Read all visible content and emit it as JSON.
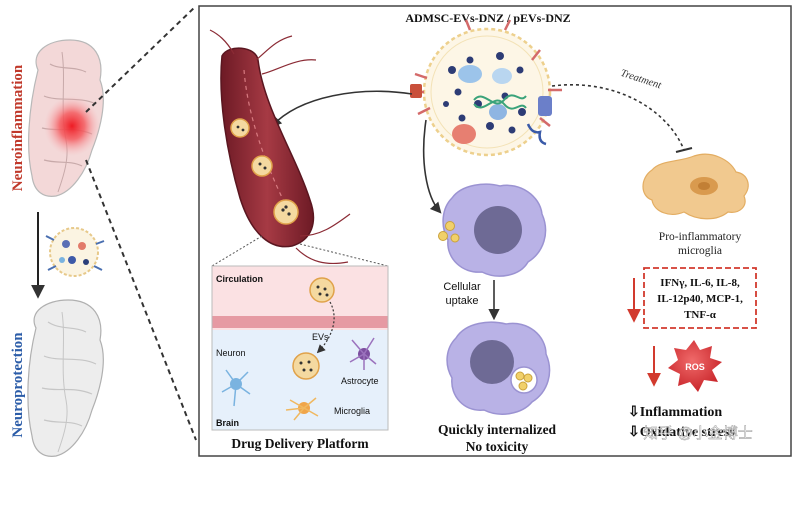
{
  "title": "ADMSC-EVs-DNZ / pEVs-DNZ",
  "left_panel": {
    "top_label": "Neuroinflammation",
    "bottom_label": "Neuroprotection"
  },
  "vessel_inset": {
    "circulation_label": "Circulation",
    "evs_label": "EVs",
    "neuron_label": "Neuron",
    "astrocyte_label": "Astrocyte",
    "microglia_label": "Microglia",
    "brain_label": "Brain",
    "caption": "Drug Delivery Platform"
  },
  "uptake": {
    "label_line1": "Cellular",
    "label_line2": "uptake",
    "caption_line1": "Quickly internalized",
    "caption_line2": "No toxicity"
  },
  "treatment_label": "Treatment",
  "microglia": {
    "label_line1": "Pro-inflammatory",
    "label_line2": "microglia",
    "cytokines_line1": "IFNγ, IL-6, IL-8,",
    "cytokines_line2": "IL-12p40, MCP-1,",
    "cytokines_line3": "TNF-α",
    "ros_label": "ROS"
  },
  "outcomes": {
    "line1": "⇩Inflammation",
    "line2": "⇩Oxidative stress"
  },
  "watermark": "知乎 @小金博士",
  "colors": {
    "accent_red": "#d23a2e",
    "label_red": "#c0392b",
    "label_blue": "#2b5ca8",
    "vessel": "#8b2b35",
    "cell_purple": "#b9b2e6",
    "nucleus": "#6e6a95",
    "microglia_tan": "#f1c98f"
  }
}
